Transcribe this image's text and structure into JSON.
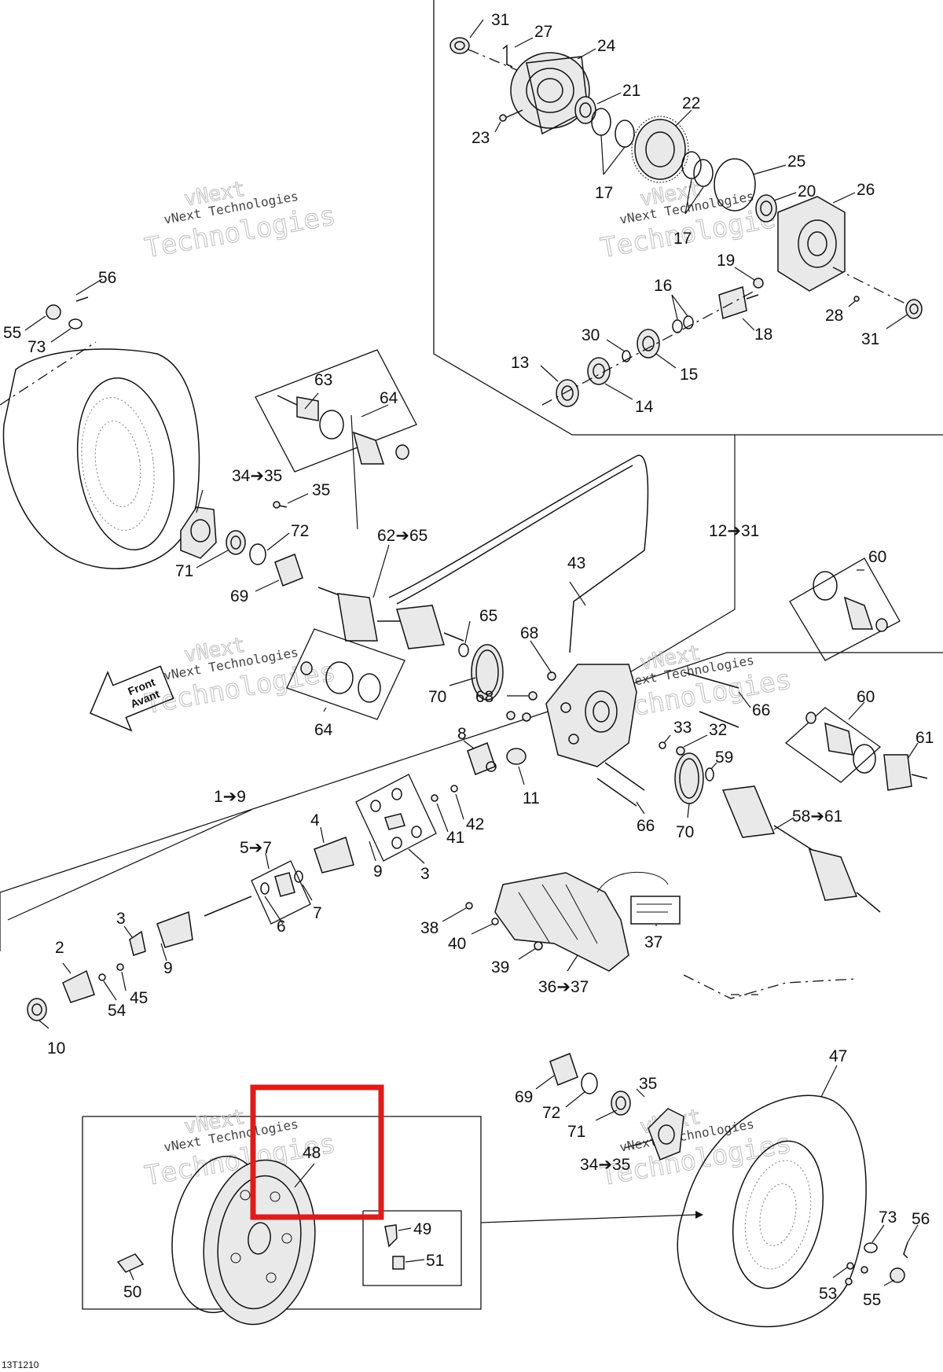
{
  "document": {
    "drawing_code": "13T1210",
    "watermark_lines": [
      "vNext Technologies",
      "vNext",
      "Technologies"
    ],
    "front_arrow": [
      "Front",
      "Avant"
    ],
    "highlight_color": "#e01b1b"
  },
  "callouts": {
    "c1_9": "1➔9",
    "c2": "2",
    "c3a": "3",
    "c3b": "3",
    "c4": "4",
    "c5_7": "5➔7",
    "c6": "6",
    "c7": "7",
    "c8": "8",
    "c9a": "9",
    "c9b": "9",
    "c10": "10",
    "c11": "11",
    "c12_31": "12➔31",
    "c13": "13",
    "c14": "14",
    "c15": "15",
    "c16": "16",
    "c17a": "17",
    "c17b": "17",
    "c18": "18",
    "c19": "19",
    "c20": "20",
    "c21": "21",
    "c22": "22",
    "c23": "23",
    "c24": "24",
    "c25": "25",
    "c26": "26",
    "c27": "27",
    "c28": "28",
    "c30": "30",
    "c31a": "31",
    "c31b": "31",
    "c32": "32",
    "c33": "33",
    "c34_35a": "34➔35",
    "c34_35b": "34➔35",
    "c35a": "35",
    "c35b": "35",
    "c36_37": "36➔37",
    "c37": "37",
    "c38": "38",
    "c39": "39",
    "c40": "40",
    "c41": "41",
    "c42": "42",
    "c43": "43",
    "c45": "45",
    "c47": "47",
    "c48": "48",
    "c49": "49",
    "c50": "50",
    "c51": "51",
    "c53": "53",
    "c54": "54",
    "c55a": "55",
    "c55b": "55",
    "c56a": "56",
    "c56b": "56",
    "c58_61": "58➔61",
    "c59": "59",
    "c60a": "60",
    "c60b": "60",
    "c61": "61",
    "c62_65": "62➔65",
    "c63": "63",
    "c64a": "64",
    "c64b": "64",
    "c65": "65",
    "c66a": "66",
    "c66b": "66",
    "c68a": "68",
    "c68b": "68",
    "c69a": "69",
    "c69b": "69",
    "c70a": "70",
    "c70b": "70",
    "c71a": "71",
    "c71b": "71",
    "c72a": "72",
    "c72b": "72",
    "c73a": "73",
    "c73b": "73"
  }
}
